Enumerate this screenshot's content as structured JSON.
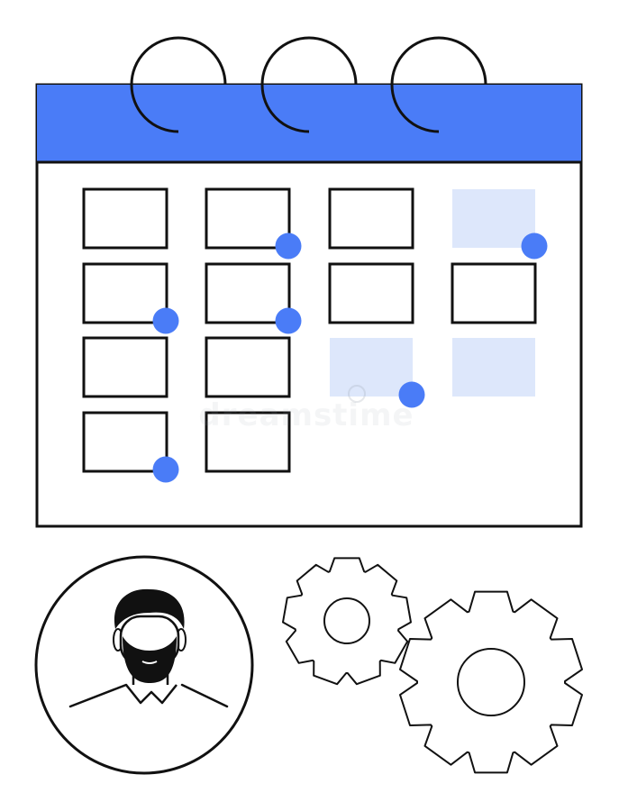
{
  "colors": {
    "accent": "#4A7CF7",
    "accent_light": "#DDE7FB",
    "outline": "#111111",
    "background": "#FFFFFF",
    "watermark": "#9AA3AE"
  },
  "calendar": {
    "ring_count": 3,
    "columns": [
      {
        "cells": [
          {
            "style": "outline",
            "dot": false
          },
          {
            "style": "outline",
            "dot": true
          },
          {
            "style": "outline",
            "dot": false
          },
          {
            "style": "outline",
            "dot": true
          }
        ]
      },
      {
        "cells": [
          {
            "style": "outline",
            "dot": true
          },
          {
            "style": "outline",
            "dot": true
          },
          {
            "style": "outline",
            "dot": false
          },
          {
            "style": "outline",
            "dot": false
          }
        ]
      },
      {
        "cells": [
          {
            "style": "outline",
            "dot": false
          },
          {
            "style": "outline",
            "dot": false
          },
          {
            "style": "filled",
            "dot": true
          }
        ]
      },
      {
        "cells": [
          {
            "style": "filled",
            "dot": true
          },
          {
            "style": "outline",
            "dot": false
          },
          {
            "style": "filled",
            "dot": false
          }
        ]
      }
    ]
  },
  "avatar": {
    "icon": "bearded-man-icon"
  },
  "gears": [
    {
      "icon": "gear-small-icon",
      "teeth": 9
    },
    {
      "icon": "gear-large-icon",
      "teeth": 10
    }
  ],
  "watermark": {
    "text": "dreamstime"
  }
}
